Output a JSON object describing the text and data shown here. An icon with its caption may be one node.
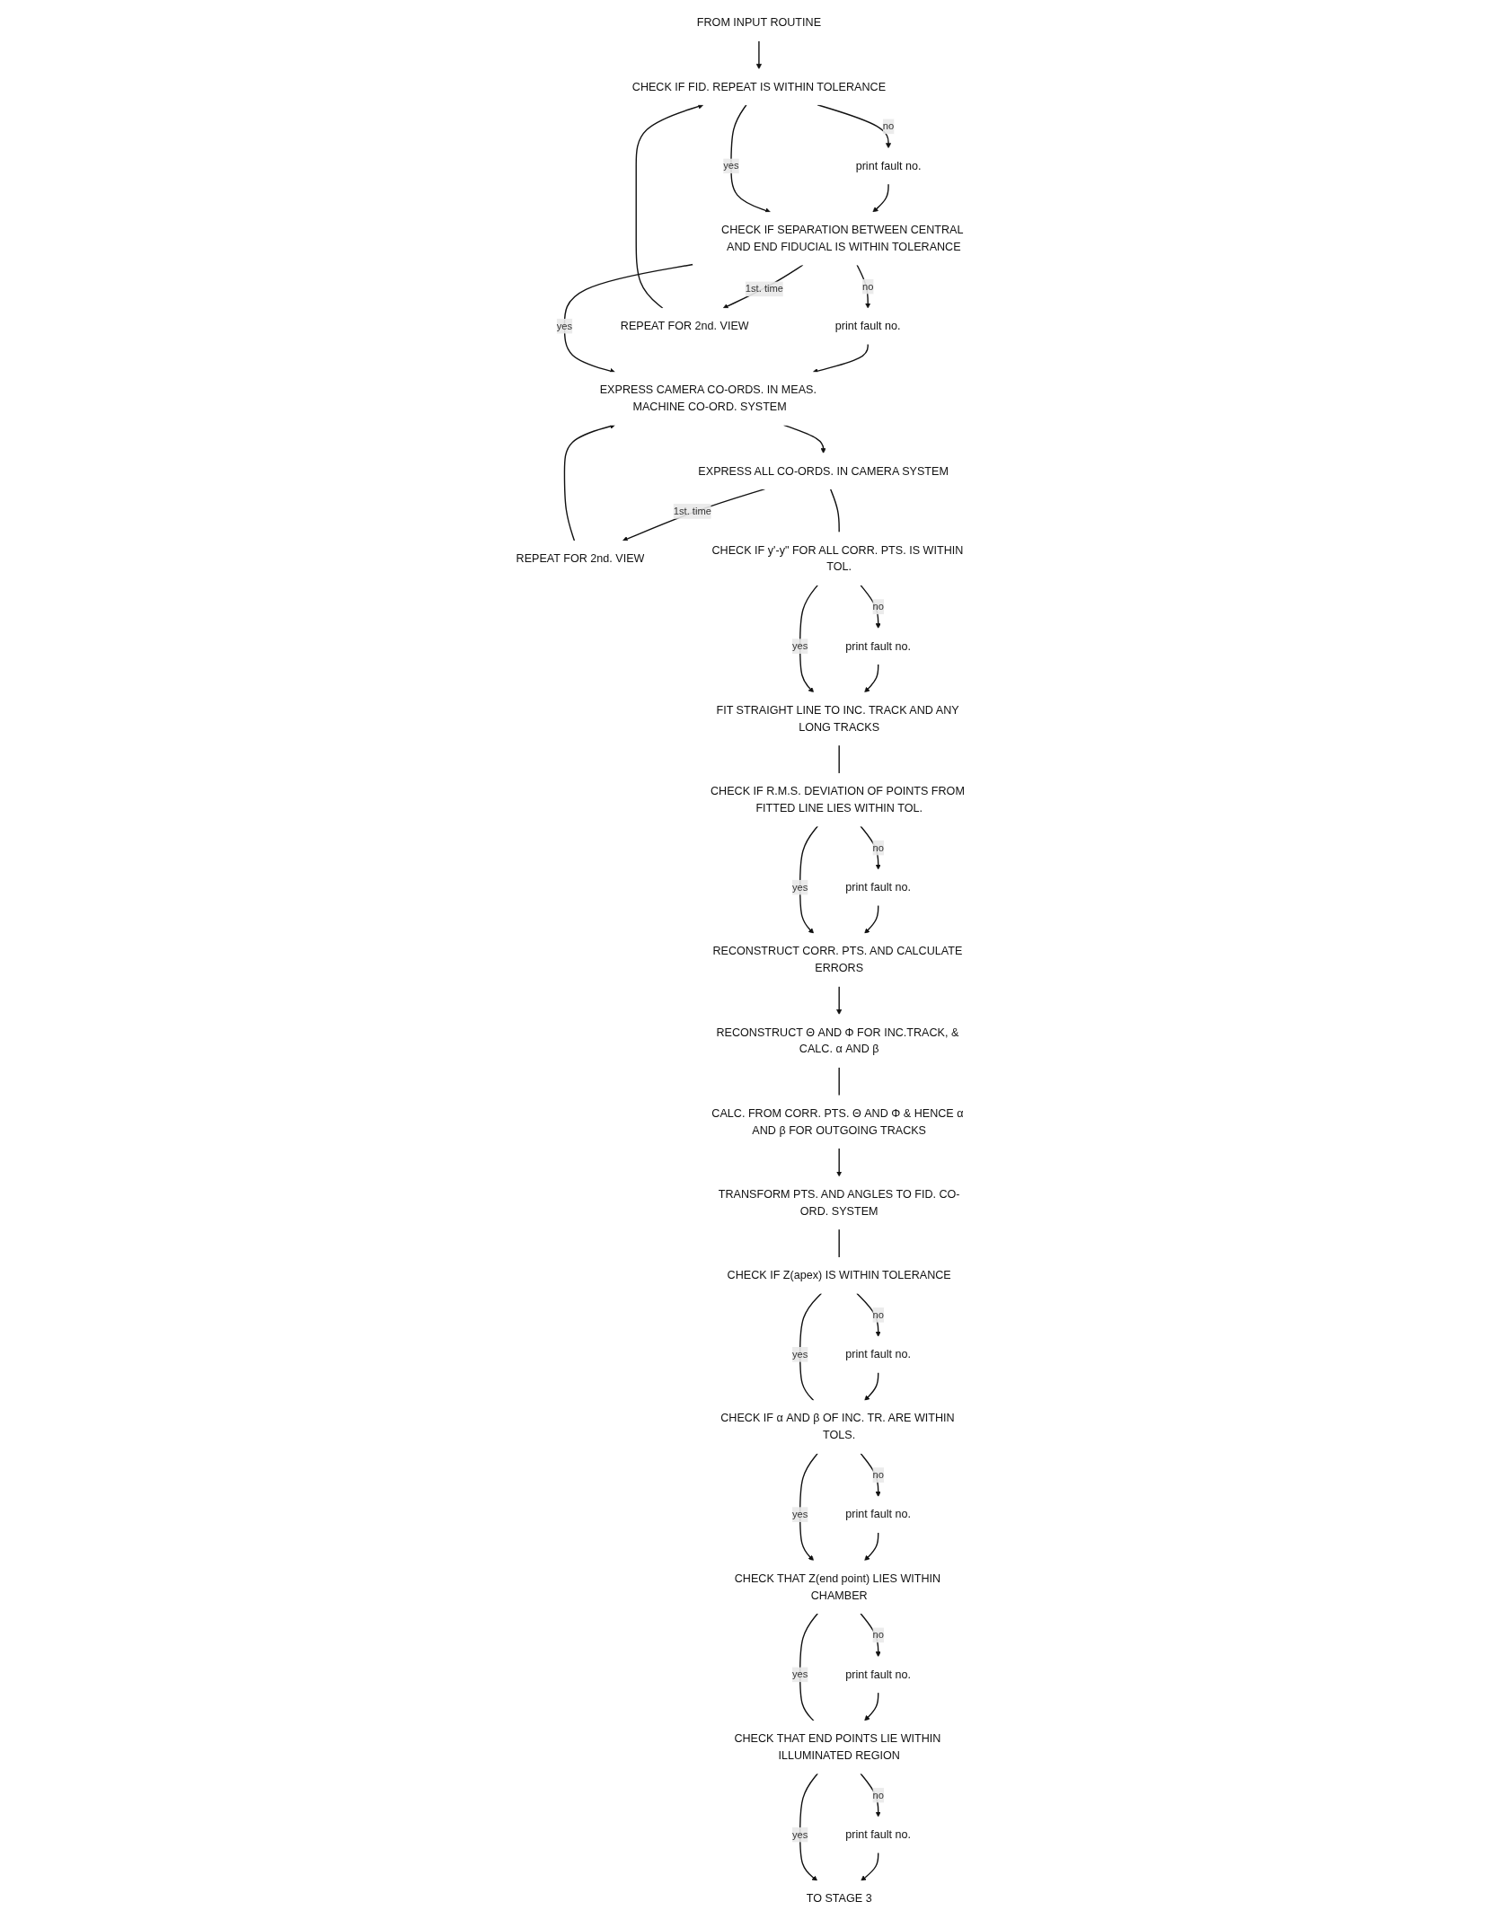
{
  "diagram": {
    "nodes": [
      {
        "text": [
          "FROM INPUT ROUTINE"
        ]
      },
      {
        "text": [
          "CHECK IF FID. REPEAT IS WITHIN TOLERANCE"
        ]
      },
      {
        "text": [
          "print fault no."
        ]
      },
      {
        "text": [
          "CHECK IF SEPARATION BETWEEN CENTRAL AND END FIDUCIAL IS WITHIN TOLERANCE"
        ]
      },
      {
        "text": [
          "print fault no."
        ]
      },
      {
        "text": [
          "REPEAT FOR 2nd. VIEW"
        ]
      },
      {
        "text": [
          "EXPRESS CAMERA CO-ORDS. IN MEAS. MACHINE CO-ORD. SYSTEM"
        ]
      },
      {
        "text": [
          "EXPRESS ALL CO-ORDS. IN CAMERA SYSTEM"
        ]
      },
      {
        "text": [
          "REPEAT FOR 2nd. VIEW"
        ]
      },
      {
        "text": [
          "CHECK IF y'-y\" FOR ALL CORR. PTS. IS WITHIN TOL."
        ]
      },
      {
        "text": [
          "print fault no."
        ]
      },
      {
        "text": [
          "FIT STRAIGHT LINE TO INC. TRACK AND ANY LONG TRACKS"
        ]
      },
      {
        "text": [
          "CHECK IF R.M.S. DEVIATION OF POINTS FROM FITTED LINE LIES WITHIN TOL."
        ]
      },
      {
        "text": [
          "print fault no."
        ]
      },
      {
        "text": [
          "RECONSTRUCT CORR. PTS. AND CALCULATE ERRORS"
        ]
      },
      {
        "text": [
          "RECONSTRUCT Θ AND Φ FOR INC.TRACK, & CALC. α AND β"
        ]
      },
      {
        "text": [
          "CALC. FROM CORR. PTS. Θ AND Φ & HENCE α AND β FOR OUTGOING TRACKS"
        ]
      },
      {
        "text": [
          "TRANSFORM PTS. AND ANGLES TO FID. CO-ORD. SYSTEM"
        ]
      },
      {
        "text": [
          "CHECK IF Z(apex) IS WITHIN TOLERANCE"
        ]
      },
      {
        "text": [
          "print fault no."
        ]
      },
      {
        "text": [
          "CHECK IF α AND β OF INC. TR. ARE WITHIN TOLS."
        ]
      },
      {
        "text": [
          "print fault no."
        ]
      },
      {
        "text": [
          "CHECK THAT Z(end point) LIES WITHIN CHAMBER"
        ]
      },
      {
        "text": [
          "print fault no."
        ]
      },
      {
        "text": [
          "CHECK THAT END POINTS LIE WITHIN ILLUMINATED REGION"
        ]
      },
      {
        "text": [
          "print fault no."
        ]
      },
      {
        "text": [
          "TO STAGE 3"
        ]
      }
    ],
    "edges": [
      {
        "from": 0,
        "to": 1,
        "arrow": "to"
      },
      {
        "from": 1,
        "to": 2,
        "label": "no",
        "arrow": "to"
      },
      {
        "from": 2,
        "to": 3,
        "arrow": "to"
      },
      {
        "from": 1,
        "to": 3,
        "label": "yes",
        "arrow": "to"
      },
      {
        "from": 3,
        "to": 4,
        "label": "no",
        "arrow": "to"
      },
      {
        "from": 4,
        "to": 6,
        "arrow": "to"
      },
      {
        "from": 3,
        "to": 5,
        "label": "1st. time",
        "arrow": "to"
      },
      {
        "from": 5,
        "to": 1,
        "arrow": "to"
      },
      {
        "from": 3,
        "to": 6,
        "label": "yes",
        "arrow": "to"
      },
      {
        "from": 6,
        "to": 7,
        "arrow": "to"
      },
      {
        "from": 7,
        "to": 8,
        "label": "1st. time",
        "arrow": "to"
      },
      {
        "from": 8,
        "to": 6,
        "arrow": "to"
      },
      {
        "from": 7,
        "to": 9,
        "arrow": "none"
      },
      {
        "from": 9,
        "to": 10,
        "label": "no",
        "arrow": "to"
      },
      {
        "from": 10,
        "to": 11,
        "arrow": "to"
      },
      {
        "from": 9,
        "to": 11,
        "label": "yes",
        "arrow": "to"
      },
      {
        "from": 11,
        "to": 12,
        "arrow": "none"
      },
      {
        "from": 12,
        "to": 13,
        "label": "no",
        "arrow": "to"
      },
      {
        "from": 13,
        "to": 14,
        "arrow": "to"
      },
      {
        "from": 12,
        "to": 14,
        "label": "yes",
        "arrow": "to"
      },
      {
        "from": 14,
        "to": 15,
        "arrow": "to"
      },
      {
        "from": 15,
        "to": 16,
        "arrow": "none"
      },
      {
        "from": 16,
        "to": 17,
        "arrow": "to"
      },
      {
        "from": 17,
        "to": 18,
        "arrow": "none"
      },
      {
        "from": 18,
        "to": 19,
        "label": "no",
        "arrow": "to"
      },
      {
        "from": 19,
        "to": 20,
        "arrow": "to"
      },
      {
        "from": 18,
        "to": 20,
        "label": "yes",
        "arrow": "none"
      },
      {
        "from": 20,
        "to": 21,
        "label": "no",
        "arrow": "to"
      },
      {
        "from": 21,
        "to": 22,
        "arrow": "to"
      },
      {
        "from": 20,
        "to": 22,
        "label": "yes",
        "arrow": "to"
      },
      {
        "from": 22,
        "to": 23,
        "label": "no",
        "arrow": "to"
      },
      {
        "from": 23,
        "to": 24,
        "arrow": "to"
      },
      {
        "from": 22,
        "to": 24,
        "label": "yes",
        "arrow": "none"
      },
      {
        "from": 24,
        "to": 25,
        "label": "no",
        "arrow": "to"
      },
      {
        "from": 25,
        "to": 26,
        "arrow": "to"
      },
      {
        "from": 24,
        "to": 26,
        "label": "yes",
        "arrow": "to"
      }
    ]
  }
}
